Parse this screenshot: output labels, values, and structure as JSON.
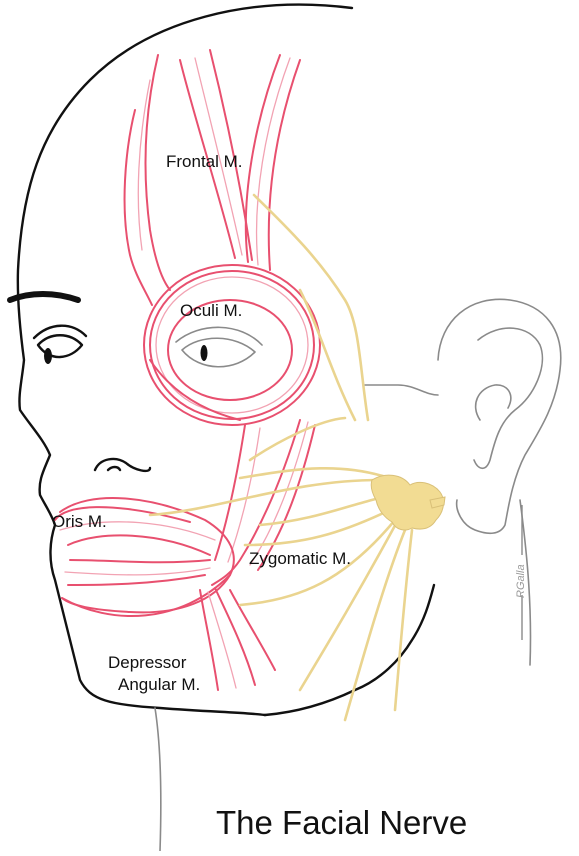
{
  "title": "The Facial Nerve",
  "labels": {
    "frontal": "Frontal M.",
    "oculi": "Oculi M.",
    "oris": "Oris M.",
    "zygomatic": "Zygomatic M.",
    "depressor_line1": "Depressor",
    "depressor_line2": "Angular M."
  },
  "signature": "RGalla",
  "colors": {
    "muscle": "#e8506f",
    "nerve": "#f2dc93",
    "outline": "#111111",
    "ear": "#8a8a8a"
  }
}
